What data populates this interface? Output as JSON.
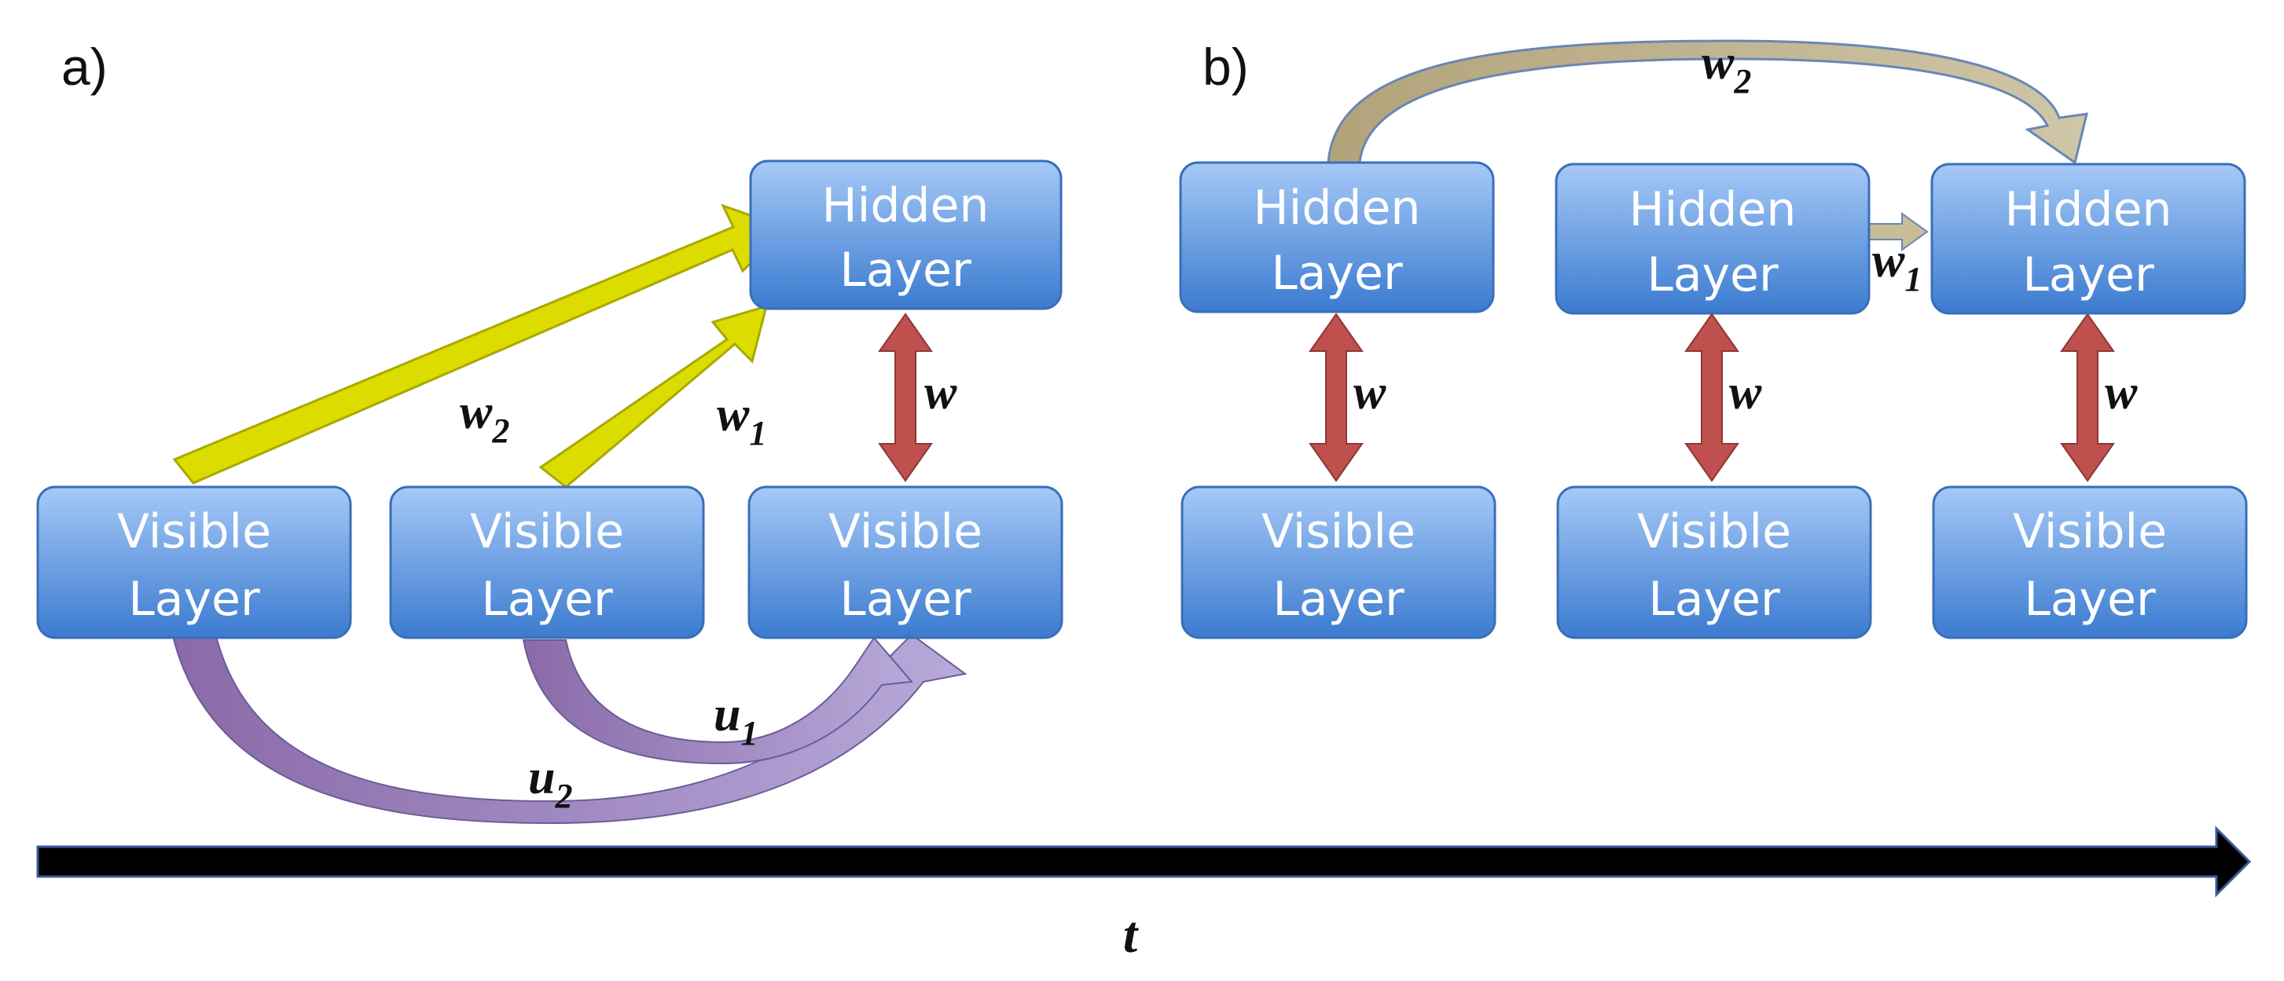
{
  "panels": {
    "a": {
      "label": "a)"
    },
    "b": {
      "label": "b)"
    }
  },
  "layers": {
    "hidden_line1": "Hidden",
    "visible_line1": "Visible",
    "line2": "Layer"
  },
  "weights": {
    "w": "w",
    "w1": {
      "base": "w",
      "sub": "1"
    },
    "w2": {
      "base": "w",
      "sub": "2"
    },
    "u1": {
      "base": "u",
      "sub": "1"
    },
    "u2": {
      "base": "u",
      "sub": "2"
    }
  },
  "time_axis": {
    "label": "t"
  },
  "colors": {
    "box_top": "#9cc3f5",
    "box_bottom": "#3f7fd1",
    "box_stroke": "#3a6fb8",
    "yellow_arrow": "#dcdc00",
    "yellow_stroke": "#a9a900",
    "red_arrow": "#c0504d",
    "purple_arrow": "#9b86bd",
    "tan_arrow": "#bdb08c",
    "time_arrow": "#000000"
  }
}
